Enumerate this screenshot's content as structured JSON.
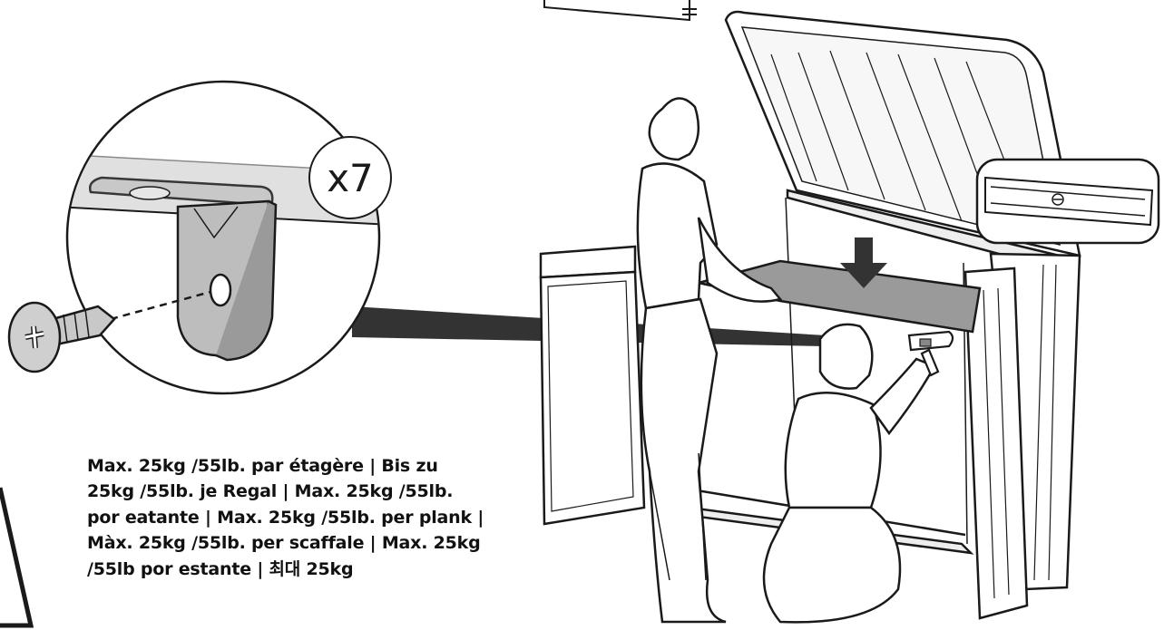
{
  "quantity_badge": "x7",
  "load_limit_text": [
    "Max. 25kg /55lb. par étagère | Bis zu",
    "25kg /55lb. je Regal | Max. 25kg /55lb.",
    "por eatante | Max. 25kg /55lb. per plank |",
    "Màx. 25kg /55lb. per scaffale | Max. 25kg",
    "/55lb por estante | 최대 25kg"
  ],
  "colors": {
    "line": "#1a1a1a",
    "shelf_gray": "#9a9a9a",
    "zoom_beam": "#333333",
    "part_gray": "#b5b5b5"
  },
  "icons": [
    "zoom-detail-circle",
    "screw-icon",
    "l-bracket-icon",
    "shelf-rail-icon",
    "down-arrow-icon",
    "drill-icon"
  ]
}
